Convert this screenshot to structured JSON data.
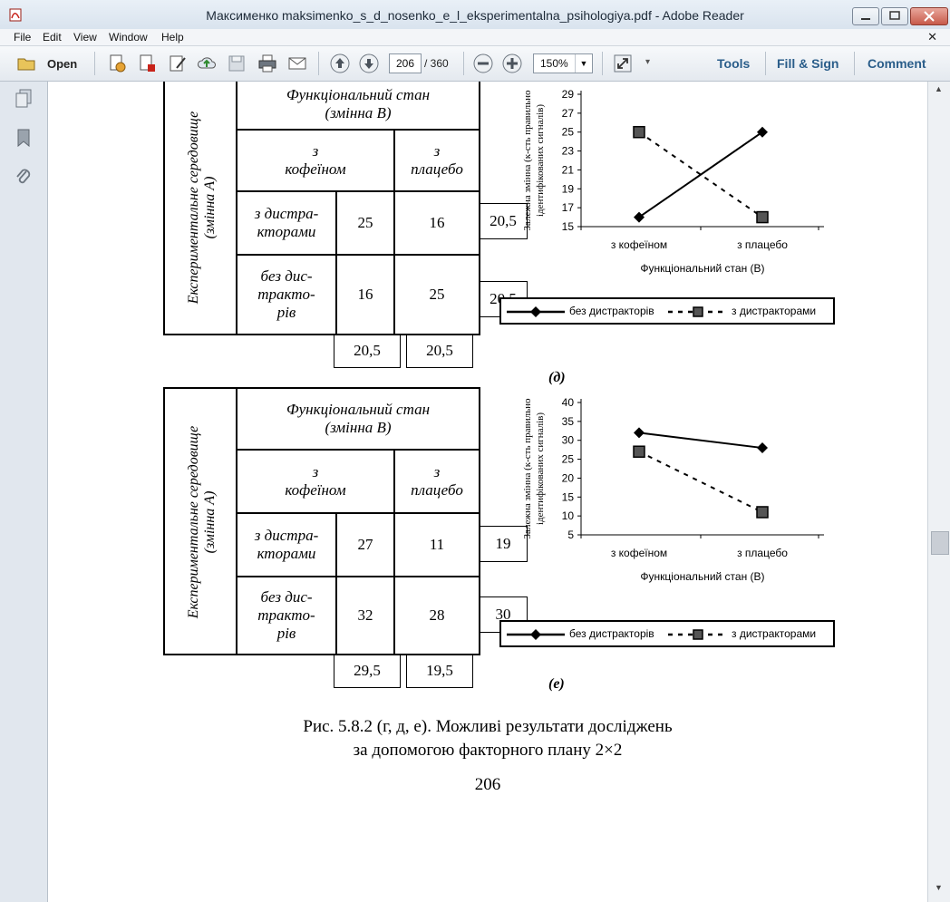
{
  "window": {
    "title": "Максименко maksimenko_s_d_nosenko_e_l_eksperimentalna_psihologiya.pdf - Adobe Reader"
  },
  "menu": [
    "File",
    "Edit",
    "View",
    "Window",
    "Help"
  ],
  "toolbar": {
    "open_label": "Open",
    "page_current": "206",
    "page_total": "/ 360",
    "zoom": "150%",
    "tools_label": "Tools",
    "fill_sign_label": "Fill & Sign",
    "comment_label": "Comment"
  },
  "document": {
    "panels": [
      {
        "label": "(д)",
        "factor_a_title": "Експериментальне середовище",
        "factor_a_sub": "(змінна А)",
        "factor_b_title": "Функціональний стан",
        "factor_b_sub": "(змінна В)",
        "col1_line1": "з",
        "col1_line2": "кофеїном",
        "col2_line1": "з",
        "col2_line2": "плацебо",
        "row1_lines": [
          "з дистра-",
          "кторами"
        ],
        "row2_lines": [
          "без дис-",
          "тракто-",
          "рів"
        ],
        "cells": [
          [
            "25",
            "16"
          ],
          [
            "16",
            "25"
          ]
        ],
        "row_means": [
          "20,5",
          "20,5"
        ],
        "col_means": [
          "20,5",
          "20,5"
        ]
      },
      {
        "label": "(е)",
        "factor_a_title": "Експериментальне середовище",
        "factor_a_sub": "(змінна А)",
        "factor_b_title": "Функціональний стан",
        "factor_b_sub": "(змінна В)",
        "col1_line1": "з",
        "col1_line2": "кофеїном",
        "col2_line1": "з",
        "col2_line2": "плацебо",
        "row1_lines": [
          "з дистра-",
          "кторами"
        ],
        "row2_lines": [
          "без дис-",
          "тракто-",
          "рів"
        ],
        "cells": [
          [
            "27",
            "11"
          ],
          [
            "32",
            "28"
          ]
        ],
        "row_means": [
          "19",
          "30"
        ],
        "col_means": [
          "29,5",
          "19,5"
        ]
      }
    ],
    "caption_line1": "Рис. 5.8.2 (г, д, е). Можливі результати досліджень",
    "caption_line2": "за допомогою факторного плану 2×2",
    "page_number": "206"
  },
  "chart_data": [
    {
      "type": "line",
      "categories": [
        "з кофеїном",
        "з плацебо"
      ],
      "series": [
        {
          "name": "без дистракторів",
          "values": [
            16,
            25
          ],
          "style": "solid",
          "marker": "diamond"
        },
        {
          "name": "з дистракторами",
          "values": [
            25,
            16
          ],
          "style": "dashed",
          "marker": "square"
        }
      ],
      "xlabel": "Функціональний стан (В)",
      "ylabel_line1": "Залежна змінна (к-сть правильно",
      "ylabel_line2": "ідентифікованих сигналів)",
      "ylim": [
        15,
        29
      ],
      "yticks": [
        "15",
        "17",
        "19",
        "21",
        "23",
        "25",
        "27",
        "29"
      ],
      "legend_position": "bottom"
    },
    {
      "type": "line",
      "categories": [
        "з кофеїном",
        "з плацебо"
      ],
      "series": [
        {
          "name": "без дистракторів",
          "values": [
            32,
            28
          ],
          "style": "solid",
          "marker": "diamond"
        },
        {
          "name": "з дистракторами",
          "values": [
            27,
            11
          ],
          "style": "dashed",
          "marker": "square"
        }
      ],
      "xlabel": "Функціональний стан (В)",
      "ylabel_line1": "Залежна змінна (к-сть правильно",
      "ylabel_line2": "ідентифікованих сигналів)",
      "ylim": [
        5,
        40
      ],
      "yticks": [
        "5",
        "10",
        "15",
        "20",
        "25",
        "30",
        "35",
        "40"
      ],
      "legend_position": "bottom"
    }
  ]
}
